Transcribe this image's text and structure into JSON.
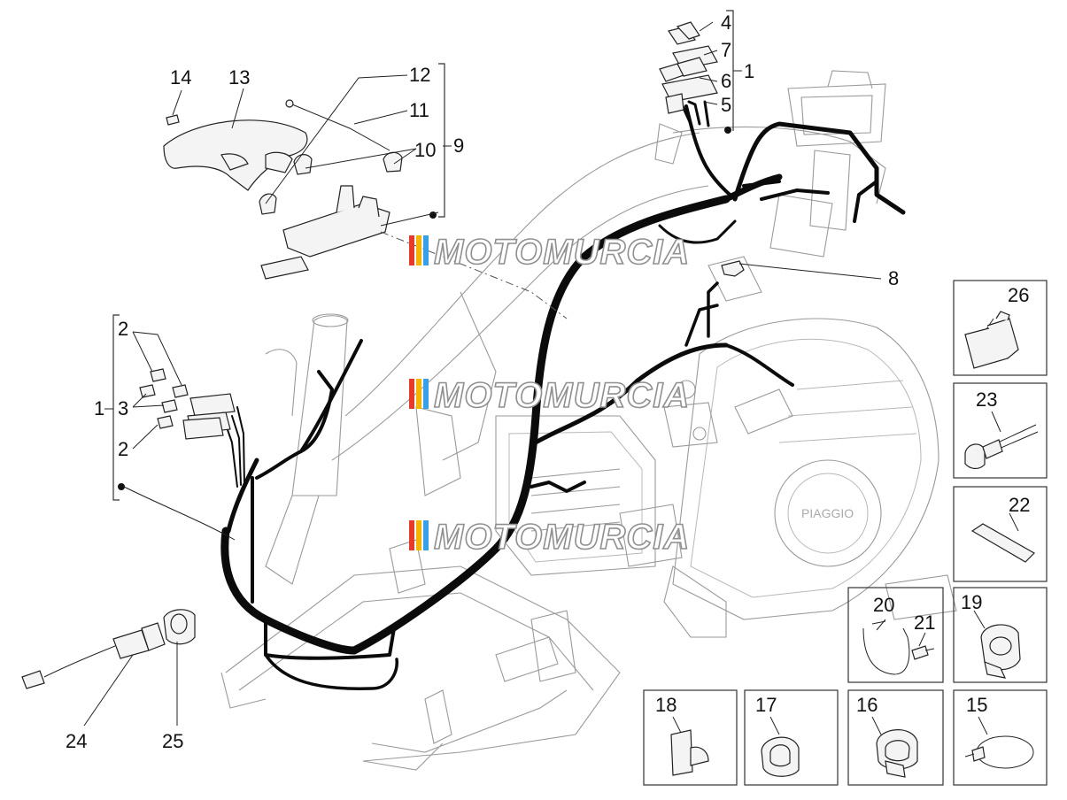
{
  "diagram": {
    "labels": {
      "l1a": "1",
      "l1b": "1",
      "l2a": "2",
      "l2b": "2",
      "l3": "3",
      "l4": "4",
      "l5": "5",
      "l6": "6",
      "l7": "7",
      "l8": "8",
      "l9": "9",
      "l10": "10",
      "l11": "11",
      "l12": "12",
      "l13": "13",
      "l14": "14",
      "l15": "15",
      "l16": "16",
      "l17": "17",
      "l18": "18",
      "l19": "19",
      "l20": "20",
      "l21": "21",
      "l22": "22",
      "l23": "23",
      "l24": "24",
      "l25": "25",
      "l26": "26"
    },
    "watermark": "MOTOMURCIA",
    "watermark_colors": [
      "#e63a2b",
      "#f5b400",
      "#3aa0e6"
    ]
  }
}
